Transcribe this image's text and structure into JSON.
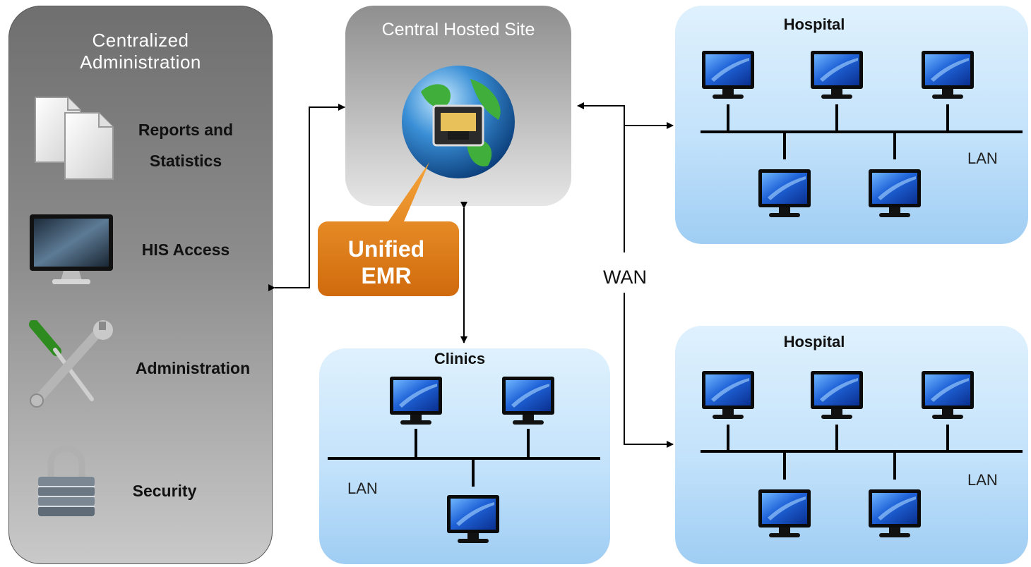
{
  "admin": {
    "title_line1": "Centralized",
    "title_line2": "Administration",
    "features": [
      {
        "label_line1": "Reports and",
        "label_line2": "Statistics",
        "icon": "documents-icon"
      },
      {
        "label": "HIS Access",
        "icon": "monitor-icon"
      },
      {
        "label": "Administration",
        "icon": "tools-icon"
      },
      {
        "label": "Security",
        "icon": "padlock-icon"
      }
    ]
  },
  "central": {
    "title": "Central Hosted Site",
    "icon": "globe-network-icon"
  },
  "callout": {
    "line1": "Unified",
    "line2": "EMR",
    "color": "#e07d12"
  },
  "network": {
    "wan_label": "WAN",
    "hospital_top": {
      "title": "Hospital",
      "lan_label": "LAN",
      "computers": 5
    },
    "hospital_bottom": {
      "title": "Hospital",
      "lan_label": "LAN",
      "computers": 5
    },
    "clinics": {
      "title": "Clinics",
      "lan_label": "LAN",
      "computers": 3
    }
  },
  "colors": {
    "panel_gray": "#8c8c8c",
    "panel_blue": "#c3e2fb",
    "callout_orange": "#e07d12",
    "wire": "#000000"
  }
}
